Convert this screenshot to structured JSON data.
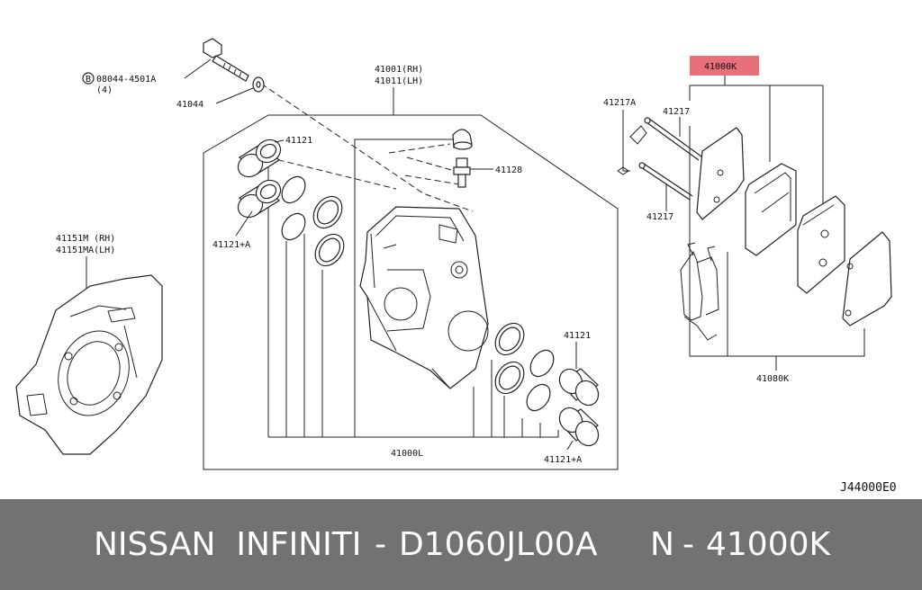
{
  "labels": {
    "bolt": "08044-4501A",
    "bolt_qty": "(4)",
    "bolt_prefix": "B",
    "washer": "41044",
    "caliper_rh": "41001(RH)",
    "caliper_lh": "41011(LH)",
    "piston_top": "41121",
    "piston_top_kit": "41121+A",
    "bleeder": "41128",
    "shield_rh": "41151M (RH)",
    "shield_lh": "41151MA(LH)",
    "caliper_assy": "41000L",
    "piston_bottom": "41121",
    "piston_bottom_kit": "41121+A",
    "pad_kit": "41000K",
    "clip": "41217A",
    "pin_top": "41217",
    "pin_bottom": "41217",
    "shim_kit": "41080K",
    "diagram_code": "J44000E0"
  },
  "footer": {
    "brand": "NISSAN  INFINITI",
    "separator1": "-",
    "part_number": "D1060JL00A",
    "n_label": "N",
    "separator2": "-",
    "ref_number": "41000K"
  },
  "colors": {
    "highlight": "#e8707a",
    "footer_bg": "#727272",
    "footer_text": "#ffffff"
  }
}
